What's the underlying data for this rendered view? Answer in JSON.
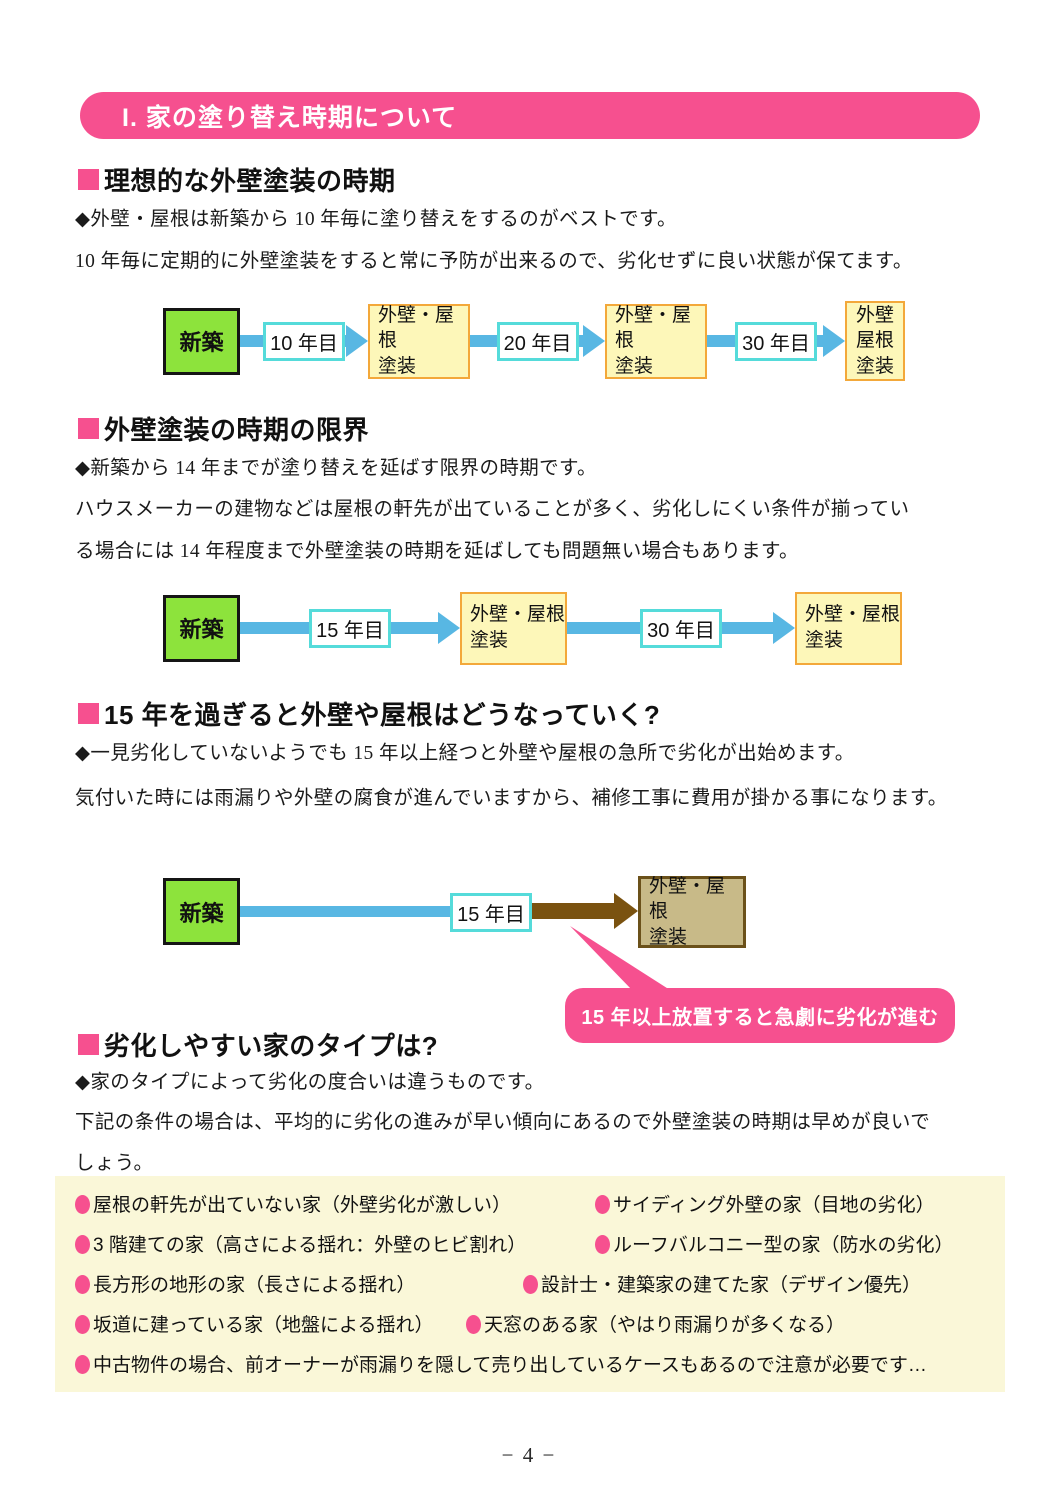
{
  "header": {
    "title": "I. 家の塗り替え時期について"
  },
  "sections": {
    "s1": {
      "heading": "理想的な外壁塗装の時期",
      "line1": "◆外壁・屋根は新築から 10 年毎に塗り替えをするのがベストです。",
      "line2": "10 年毎に定期的に外壁塗装をすると常に予防が出来るので、劣化せずに良い状態が保てます。"
    },
    "s2": {
      "heading": "外壁塗装の時期の限界",
      "line1": "◆新築から 14 年までが塗り替えを延ばす限界の時期です。",
      "line2": "ハウスメーカーの建物などは屋根の軒先が出ていることが多く、劣化しにくい条件が揃ってい",
      "line3": "る場合には 14 年程度まで外壁塗装の時期を延ばしても問題無い場合もあります。"
    },
    "s3": {
      "heading": "15 年を過ぎると外壁や屋根はどうなっていく?",
      "line1": "◆一見劣化していないようでも 15 年以上経つと外壁や屋根の急所で劣化が出始めます。",
      "line2": "気付いた時には雨漏りや外壁の腐食が進んでいますから、補修工事に費用が掛かる事になります。"
    },
    "s4": {
      "heading": "劣化しやすい家のタイプは?",
      "line1": "◆家のタイプによって劣化の度合いは違うものです。",
      "line2": "下記の条件の場合は、平均的に劣化の進みが早い傾向にあるので外壁塗装の時期は早めが良いで",
      "line3": "しょう。"
    }
  },
  "timeline1": {
    "start": "新築",
    "m1": "10 年目",
    "stage1": "外壁・屋根\n塗装",
    "m2": "20 年目",
    "stage2": "外壁・屋根\n塗装",
    "m3": "30 年目",
    "stage3": "外壁\n屋根\n塗装"
  },
  "timeline2": {
    "start": "新築",
    "m1": "15 年目",
    "stage1": "外壁・屋根\n塗装",
    "m2": "30 年目",
    "stage2": "外壁・屋根\n塗装"
  },
  "timeline3": {
    "start": "新築",
    "m1": "15 年目",
    "stage1": "外壁・屋根\n塗装",
    "callout": "15 年以上放置すると急劇に劣化が進む"
  },
  "risk_list": {
    "rows": [
      {
        "left": "屋根の軒先が出ていない家（外壁劣化が激しい）",
        "right": "サイディング外壁の家（目地の劣化）"
      },
      {
        "left": "3 階建ての家（高さによる揺れ：外壁のヒビ割れ）",
        "right": "ルーフバルコニー型の家（防水の劣化）"
      },
      {
        "left": "長方形の地形の家（長さによる揺れ）",
        "right": "設計士・建築家の建てた家（デザイン優先）"
      },
      {
        "left": "坂道に建っている家（地盤による揺れ）",
        "right": "天窓のある家（やはり雨漏りが多くなる）"
      },
      {
        "left": "中古物件の場合、前オーナーが雨漏りを隠して売り出しているケースもあるので注意が必要です…"
      }
    ]
  },
  "footer": {
    "page_number": "− 4 −"
  },
  "colors": {
    "accent_pink": "#f6508f",
    "new_build_green": "#8de33c",
    "stage_yellow_bg": "#fdf7b9",
    "stage_orange_border": "#f3a83a",
    "arrow_blue": "#58b7e3",
    "year_label_cyan_border": "#55dbda",
    "neglect_brown": "#7a5210",
    "neglect_box_bg": "#c8ba88",
    "neglect_box_border": "#6b511a",
    "list_panel_bg": "#faf7d8"
  },
  "icons": {
    "section_marker": "pink-square",
    "list_bullet": "pink-ellipse",
    "timeline_arrow": "blue-right-arrow",
    "neglect_arrow": "brown-right-arrow"
  }
}
